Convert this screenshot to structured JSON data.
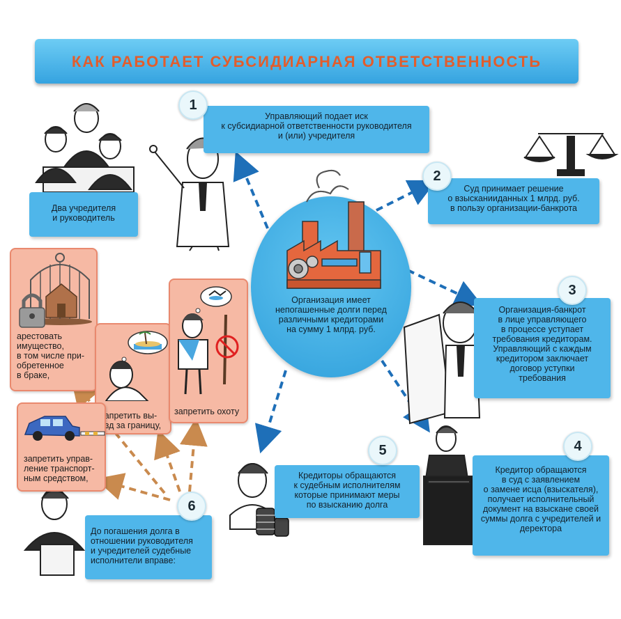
{
  "title": "КАК РАБОТАЕТ СУБСИДИАРНАЯ ОТВЕТСТВЕННОСТЬ",
  "center": {
    "lines": [
      "Организация имеет",
      "непогашенные долги перед",
      "различными кредиторами",
      "на сумму 1 млрд. руб."
    ]
  },
  "steps": [
    {
      "number": "1",
      "lines": [
        "Управляющий подает иск",
        "к субсидиарной ответственности руководителя",
        "и (или) учредителя"
      ]
    },
    {
      "number": "2",
      "lines": [
        "Суд принимает решение",
        "о взысканииданных 1 млрд. руб.",
        "в пользу организации-банкрота"
      ]
    },
    {
      "number": "3",
      "lines": [
        "Организация-банкрот",
        "в лице управляющего",
        "в процессе уступает",
        "требования кредиторам.",
        "Управляющий с каждым",
        "кредитором заключает",
        "договор уступки",
        "требования"
      ]
    },
    {
      "number": "4",
      "lines": [
        "Кредитор обращаются",
        "в суд с заявлением",
        "о замене исца (взыскателя),",
        "получает исполнительный",
        "документ на взыскане своей",
        "суммы долга с учредителей и",
        "деректора"
      ]
    },
    {
      "number": "5",
      "lines": [
        "Кредиторы обращаются",
        "к судебным исполнителям",
        "которые принимают меры",
        "по взысканию долга"
      ]
    },
    {
      "number": "6",
      "lines": [
        "До погашения долга в",
        "отношении руководителя",
        "и учредителей судебные",
        "исполнители вправе:"
      ]
    }
  ],
  "founders_label": [
    "Два учредителя",
    "и руководитель"
  ],
  "measures": {
    "arrest": [
      "арестовать",
      "имущество,",
      "в том числе при-",
      "обретенное",
      "в браке,"
    ],
    "travel": [
      "запретить вы-",
      "езд за границу,"
    ],
    "hunting": [
      "запретить охоту"
    ],
    "vehicle": [
      "запретить управ-",
      "ление транспорт-",
      "ным средством,"
    ]
  },
  "icons": {
    "scales": "scales-of-justice-icon",
    "factory": "factory-icon",
    "cage": "caged-house-icon",
    "lock": "padlock-icon",
    "car": "car-icon",
    "coins": "coin-stack-icon",
    "no_hunting": "no-hunting-icon"
  },
  "colors": {
    "title_text": "#e25d2c",
    "box_blue": "#4fb6ea",
    "salmon": "#f6b9a4",
    "salmon_border": "#e9896e",
    "arrow_blue": "#1e6fb8",
    "arrow_orange": "#c98a4e"
  }
}
